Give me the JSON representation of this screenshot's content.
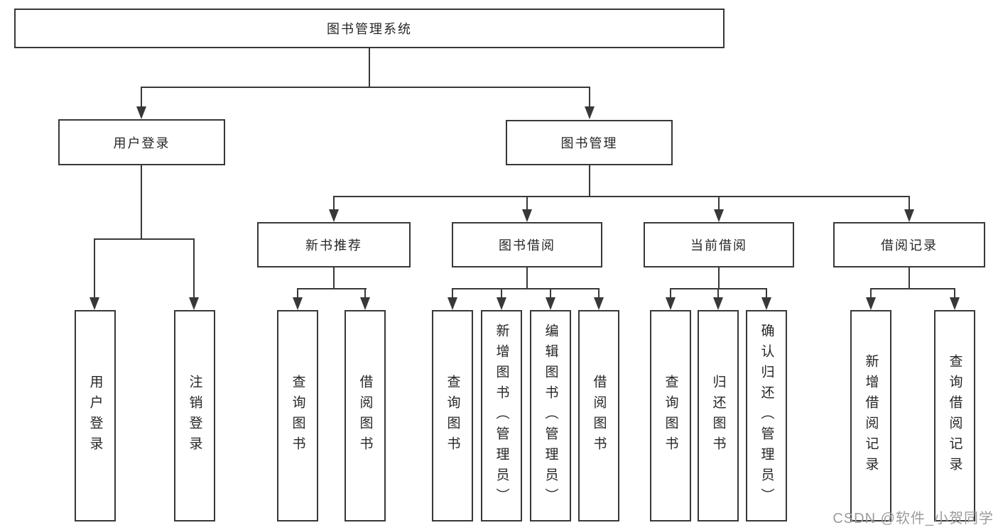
{
  "tree": {
    "root": {
      "label": "图书管理系统"
    },
    "branches": [
      {
        "label": "用户登录",
        "children": [
          {
            "label": "用户登录"
          },
          {
            "label": "注销登录"
          }
        ]
      },
      {
        "label": "图书管理",
        "groups": [
          {
            "label": "新书推荐",
            "children": [
              {
                "label": "查询图书"
              },
              {
                "label": "借阅图书"
              }
            ]
          },
          {
            "label": "图书借阅",
            "children": [
              {
                "label": "查询图书"
              },
              {
                "label": "新增图书（管理员）"
              },
              {
                "label": "编辑图书（管理员）"
              },
              {
                "label": "借阅图书"
              }
            ]
          },
          {
            "label": "当前借阅",
            "children": [
              {
                "label": "查询图书"
              },
              {
                "label": "归还图书"
              },
              {
                "label": "确认归还（管理员）"
              }
            ]
          },
          {
            "label": "借阅记录",
            "children": [
              {
                "label": "新增借阅记录"
              },
              {
                "label": "查询借阅记录"
              }
            ]
          }
        ]
      }
    ]
  },
  "watermark": {
    "text": "CSDN @软件_小贺同学"
  },
  "colors": {
    "line": "#383838",
    "border": "#383838",
    "text": "#262626",
    "background": "#ffffff",
    "watermark": "#9c9c9c"
  }
}
